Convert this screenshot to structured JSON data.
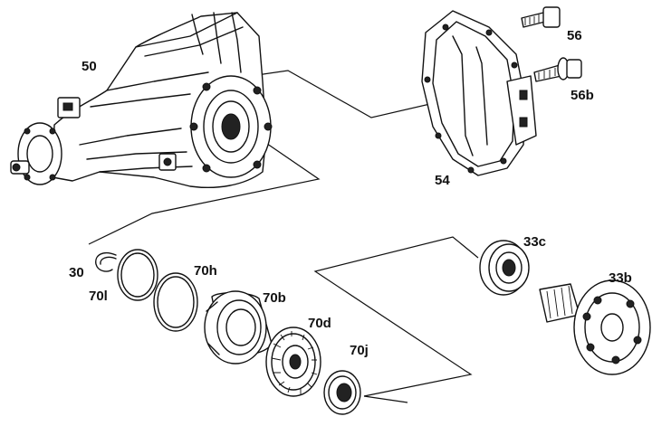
{
  "labels": {
    "p50": "50",
    "p54": "54",
    "p56": "56",
    "p56b": "56b",
    "p33c": "33c",
    "p33b": "33b",
    "p30": "30",
    "p70l": "70l",
    "p70h": "70h",
    "p70b": "70b",
    "p70d": "70d",
    "p70j": "70j"
  }
}
